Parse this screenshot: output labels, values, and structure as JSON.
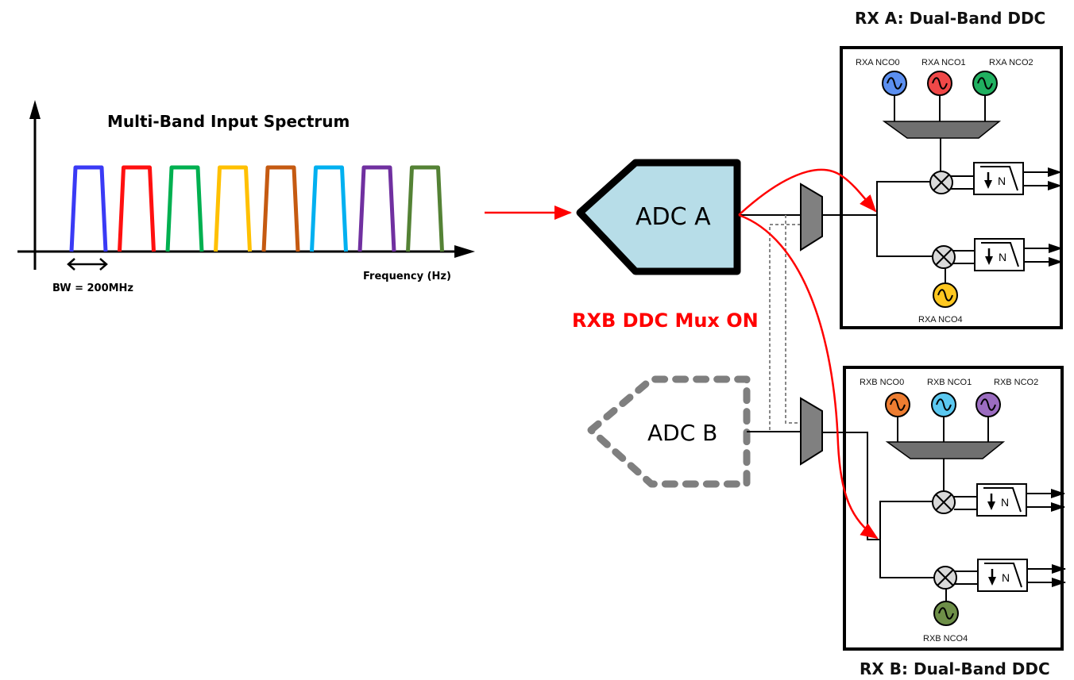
{
  "spectrum": {
    "title": "Multi-Band Input Spectrum",
    "x_axis_label": "Frequency (Hz)",
    "bandwidth_label": "BW = 200MHz",
    "bands": [
      {
        "name": "band-1",
        "color": "#3a3af5"
      },
      {
        "name": "band-2",
        "color": "#ff1010"
      },
      {
        "name": "band-3",
        "color": "#00b050"
      },
      {
        "name": "band-4",
        "color": "#ffc000"
      },
      {
        "name": "band-5",
        "color": "#c55a11"
      },
      {
        "name": "band-6",
        "color": "#00b0f0"
      },
      {
        "name": "band-7",
        "color": "#7030a0"
      },
      {
        "name": "band-8",
        "color": "#548235"
      }
    ]
  },
  "adc_a": {
    "label": "ADC A",
    "fill": "#b7dde8"
  },
  "adc_b": {
    "label": "ADC B",
    "state": "inactive"
  },
  "mux_status": {
    "label": "RXB DDC Mux ON",
    "color": "#ff0000"
  },
  "rx_a": {
    "title": "RX A: Dual-Band DDC",
    "ncos": [
      {
        "label": "RXA  NCO0",
        "color": "#5b8ff0"
      },
      {
        "label": "RXA NCO1",
        "color": "#f04848"
      },
      {
        "label": "RXA NCO2",
        "color": "#20b060"
      }
    ],
    "nco4": {
      "label": "RXA NCO4",
      "color": "#ffc820"
    },
    "decimator_label": "N"
  },
  "rx_b": {
    "title": "RX B: Dual-Band DDC",
    "ncos": [
      {
        "label": "RXB NCO0",
        "color": "#ed7d31"
      },
      {
        "label": "RXB NCO1",
        "color": "#5bc8f0"
      },
      {
        "label": "RXB NCO2",
        "color": "#9b6cc0"
      }
    ],
    "nco4": {
      "label": "RXB NCO4",
      "color": "#6e8f48"
    },
    "decimator_label": "N"
  }
}
